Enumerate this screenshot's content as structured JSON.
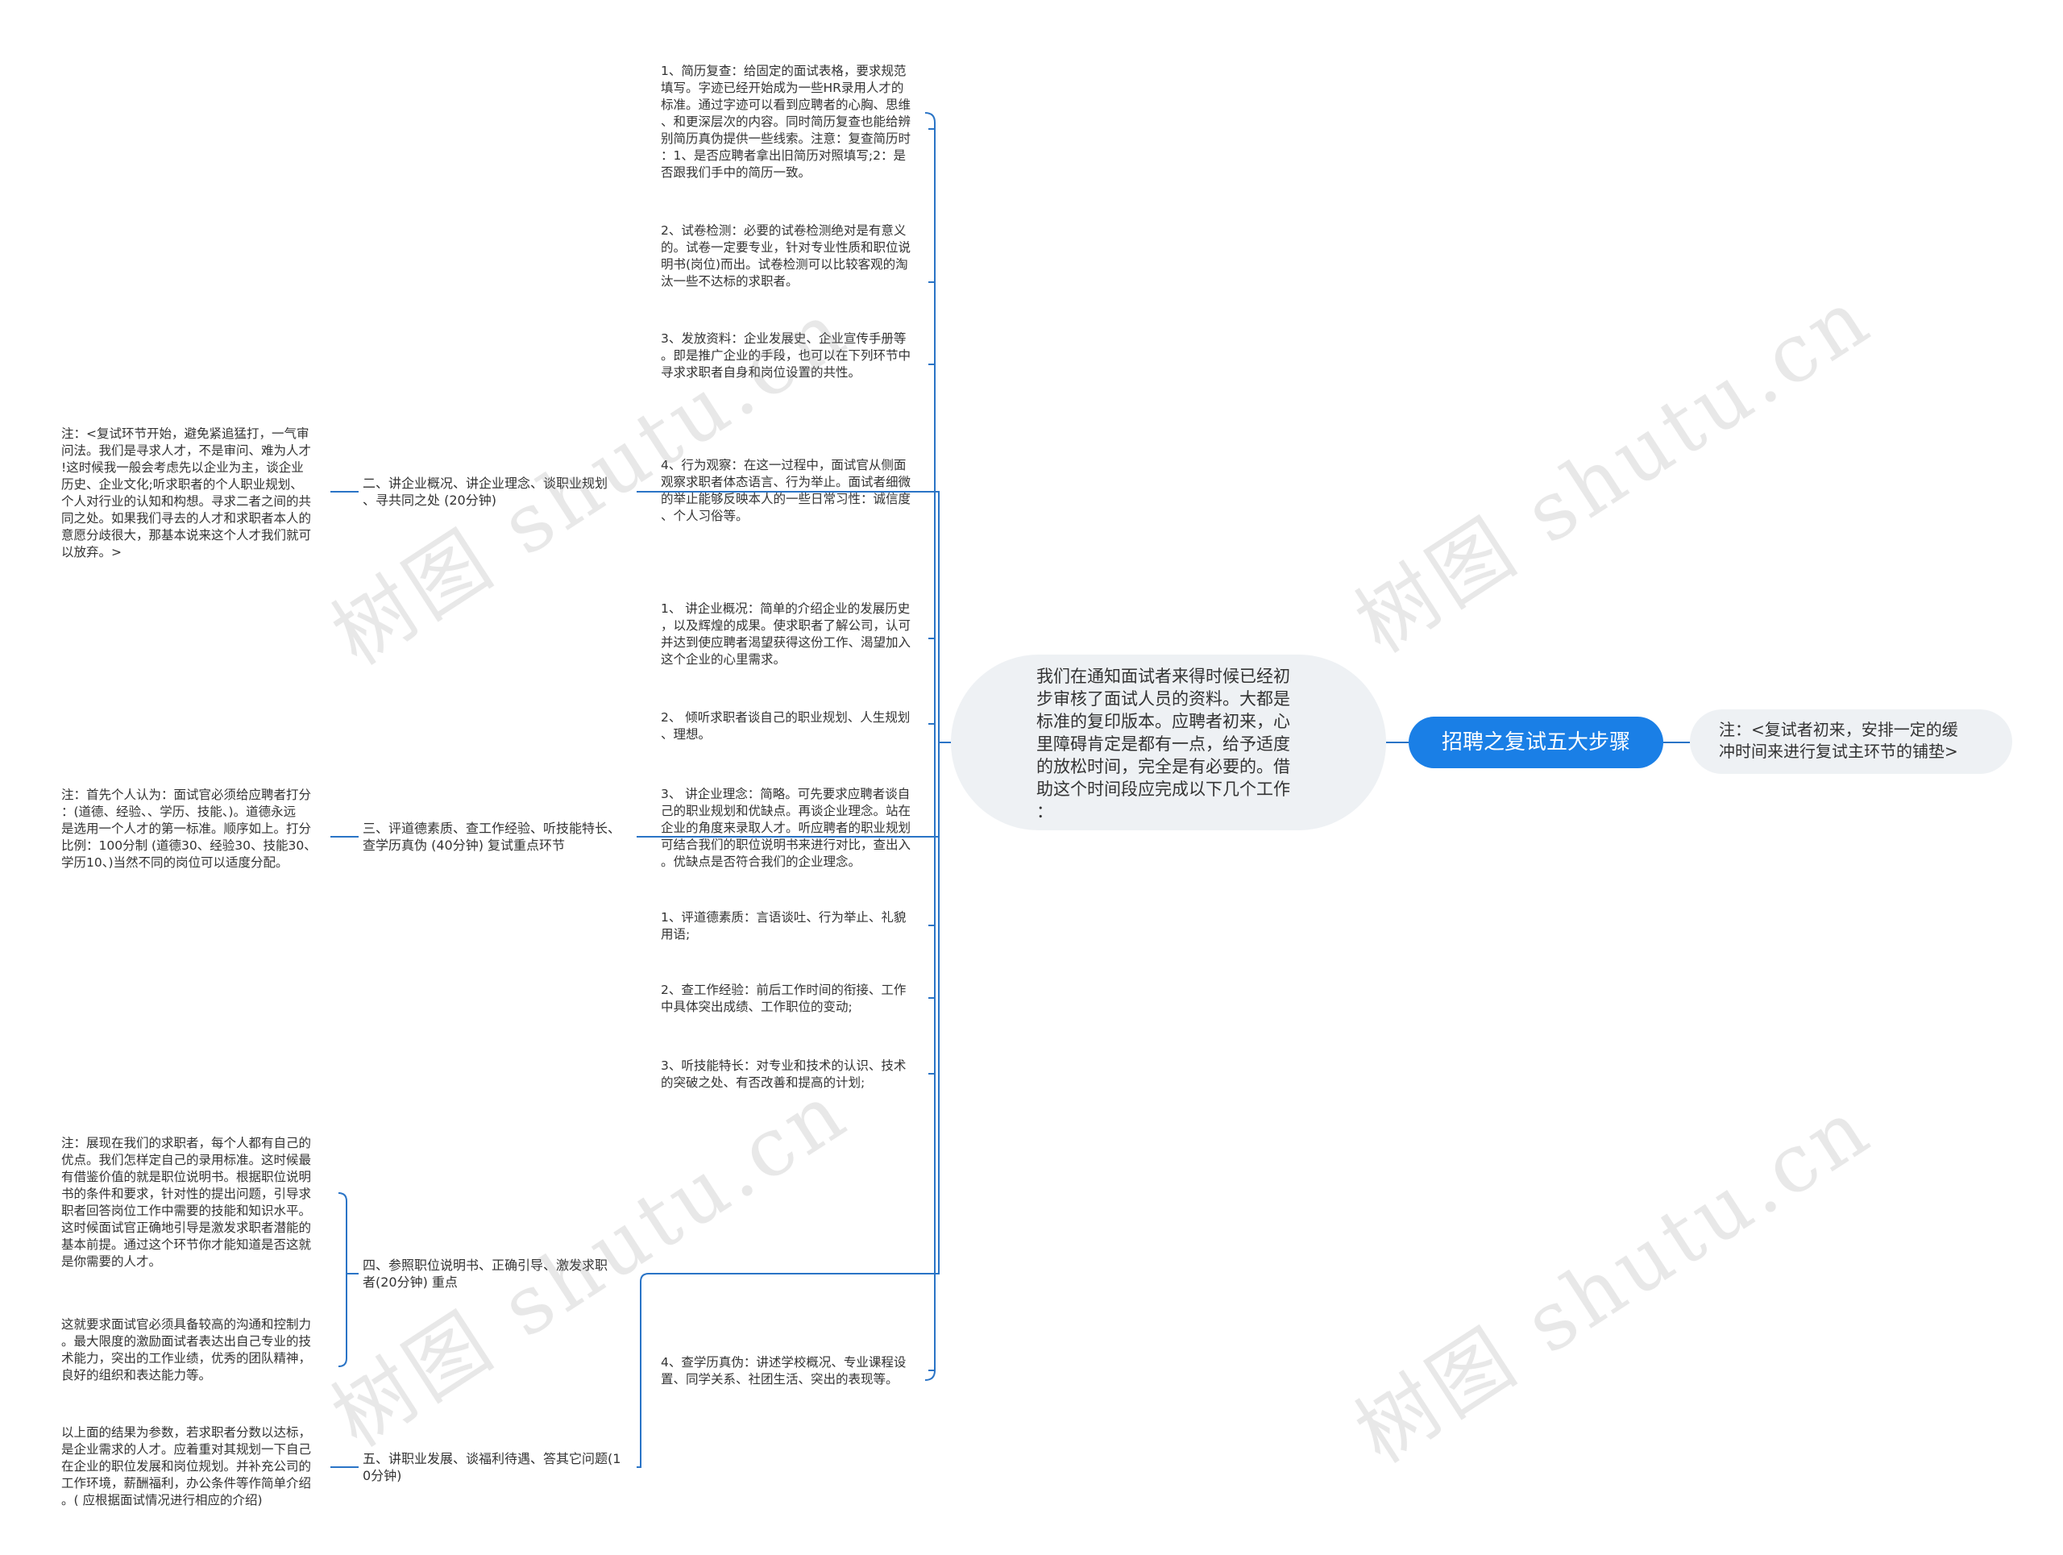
{
  "root": {
    "label": "招聘之复试五大步骤"
  },
  "right_note": {
    "text": "注：<复试者初来，安排一定的缓\n冲时间来进行复试主环节的铺垫>"
  },
  "intro": {
    "text": "我们在通知面试者来得时候已经初\n步审核了面试人员的资料。大都是\n标准的复印版本。应聘者初来，心\n里障碍肯定是都有一点，给予适度\n的放松时间，完全是有必要的。借\n助这个时间段应完成以下几个工作\n："
  },
  "leaves": [
    "1、简历复查：给固定的面试表格，要求规范\n填写。字迹已经开始成为一些HR录用人才的\n标准。通过字迹可以看到应聘者的心胸、思维\n、和更深层次的内容。同时简历复查也能给辨\n别简历真伪提供一些线索。注意：复查简历时\n：1、是否应聘者拿出旧简历对照填写;2：是\n否跟我们手中的简历一致。",
    "2、试卷检测：必要的试卷检测绝对是有意义\n的。试卷一定要专业，针对专业性质和职位说\n明书(岗位)而出。试卷检测可以比较客观的淘\n汰一些不达标的求职者。",
    "3、发放资料：企业发展史、企业宣传手册等\n。即是推广企业的手段，也可以在下列环节中\n寻求求职者自身和岗位设置的共性。",
    "4、行为观察：在这一过程中，面试官从侧面\n观察求职者体态语言、行为举止。面试者细微\n的举止能够反映本人的一些日常习性：诚信度\n、个人习俗等。",
    "1、 讲企业概况：简单的介绍企业的发展历史\n，以及辉煌的成果。使求职者了解公司，认可\n并达到使应聘者渴望获得这份工作、渴望加入\n这个企业的心里需求。",
    "2、 倾听求职者谈自己的职业规划、人生规划\n、理想。",
    "3、 讲企业理念：简略。可先要求应聘者谈自\n己的职业规划和优缺点。再谈企业理念。站在\n企业的角度来录取人才。听应聘者的职业规划\n可结合我们的职位说明书来进行对比，查出入\n。优缺点是否符合我们的企业理念。",
    "1、评道德素质：言语谈吐、行为举止、礼貌\n用语;",
    "2、查工作经验：前后工作时间的衔接、工作\n中具体突出成绩、工作职位的变动;",
    "3、听技能特长：对专业和技术的认识、技术\n的突破之处、有否改善和提高的计划;",
    "4、查学历真伪：讲述学校概况、专业课程设\n置、同学关系、社团生活、突出的表现等。"
  ],
  "branches": [
    "二、讲企业概况、讲企业理念、谈职业规划\n、寻共同之处 (20分钟)",
    "三、评道德素质、查工作经验、听技能特长、\n查学历真伪 (40分钟) 复试重点环节",
    "四、参照职位说明书、正确引导、激发求职\n者(20分钟) 重点",
    "五、讲职业发展、谈福利待遇、答其它问题(1\n0分钟)"
  ],
  "left_notes": [
    "注：<复试环节开始，避免紧追猛打，一气审\n问法。我们是寻求人才，不是审问、难为人才\n!这时候我一般会考虑先以企业为主，谈企业\n历史、企业文化;听求职者的个人职业规划、\n个人对行业的认知和构想。寻求二者之间的共\n同之处。如果我们寻去的人才和求职者本人的\n意愿分歧很大，那基本说来这个人才我们就可\n以放弃。>",
    "注：首先个人认为：面试官必须给应聘者打分\n：(道德、经验、、学历、技能、)。道德永远\n是选用一个人才的第一标准。顺序如上。打分\n比例：100分制 (道德30、经验30、技能30、\n学历10、)当然不同的岗位可以适度分配。",
    "注：展现在我们的求职者，每个人都有自己的\n优点。我们怎样定自己的录用标准。这时候最\n有借鉴价值的就是职位说明书。根据职位说明\n书的条件和要求，针对性的提出问题，引导求\n职者回答岗位工作中需要的技能和知识水平。\n这时候面试官正确地引导是激发求职者潜能的\n基本前提。通过这个环节你才能知道是否这就\n是你需要的人才。",
    "这就要求面试官必须具备较高的沟通和控制力\n。最大限度的激励面试者表达出自己专业的技\n术能力，突出的工作业绩，优秀的团队精神，\n良好的组织和表达能力等。",
    "以上面的结果为参数，若求职者分数以达标，\n是企业需求的人才。应着重对其规划一下自己\n在企业的职位发展和岗位规划。并补充公司的\n工作环境，薪酬福利，办公条件等作简单介绍\n。( 应根据面试情况进行相应的介绍)"
  ],
  "watermark": "树图 shutu.cn",
  "colors": {
    "accent": "#1a7fe6",
    "line": "#2a74c6",
    "bubble": "#eef1f4"
  }
}
